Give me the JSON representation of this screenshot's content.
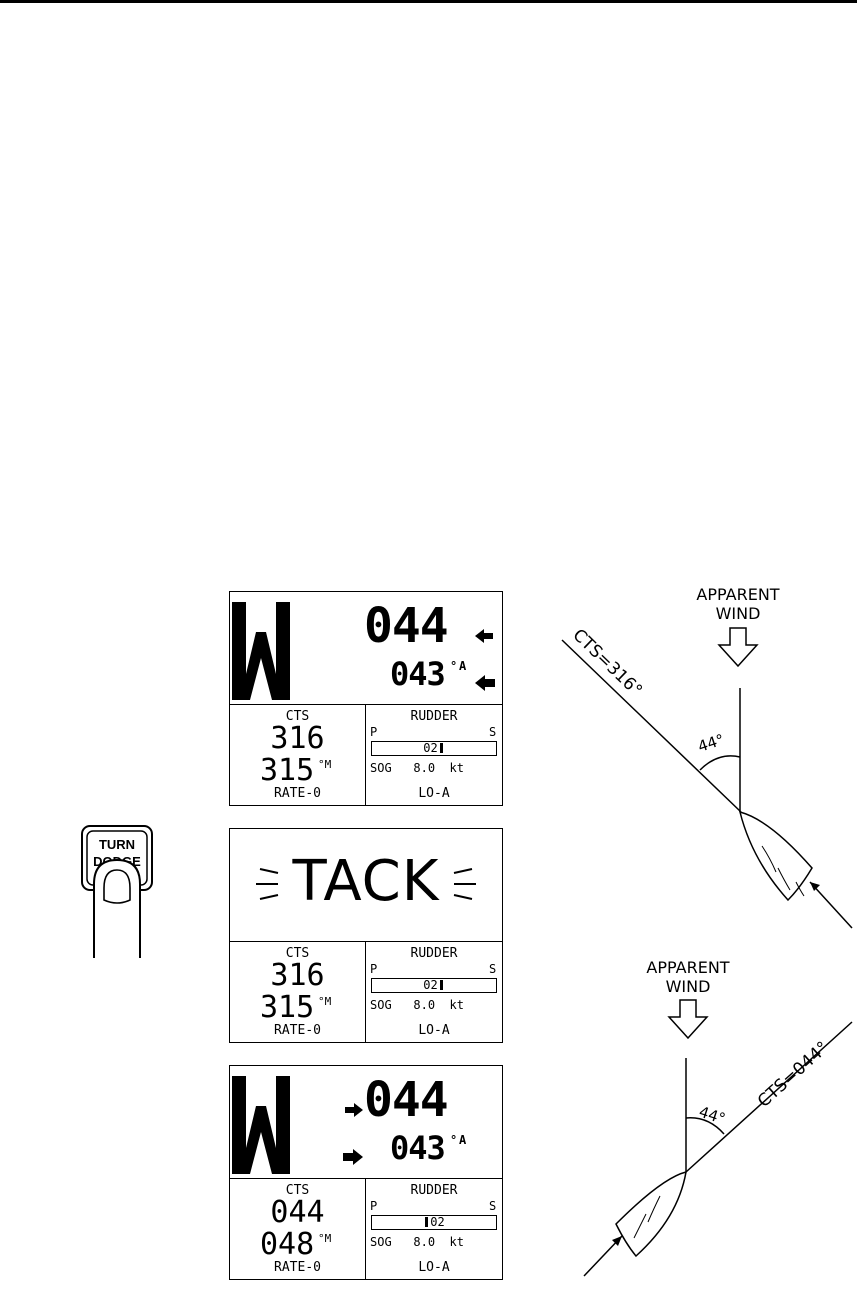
{
  "screens": [
    {
      "id": "before-tack",
      "mode_icon": "wind-w-icon",
      "heading": "044",
      "apparent_heading": "043",
      "apparent_suffix": "A",
      "arrow_side": "right",
      "cts_label": "CTS",
      "cts_value": "316",
      "cts_magnetic": "315",
      "magnetic_suffix": "M",
      "rate": "RATE-0",
      "rudder_label": "RUDDER",
      "port_label": "P",
      "starboard_label": "S",
      "rudder_value": "02",
      "rudder_side": "right",
      "sog_label": "SOG",
      "sog_value": "8.0",
      "sog_unit": "kt",
      "steering_mode": "LO-A"
    },
    {
      "id": "tacking",
      "banner": "TACK",
      "cts_label": "CTS",
      "cts_value": "316",
      "cts_magnetic": "315",
      "magnetic_suffix": "M",
      "rate": "RATE-0",
      "rudder_label": "RUDDER",
      "port_label": "P",
      "starboard_label": "S",
      "rudder_value": "02",
      "rudder_side": "right",
      "sog_label": "SOG",
      "sog_value": "8.0",
      "sog_unit": "kt",
      "steering_mode": "LO-A"
    },
    {
      "id": "after-tack",
      "mode_icon": "wind-w-icon",
      "heading": "044",
      "apparent_heading": "043",
      "apparent_suffix": "A",
      "arrow_side": "left",
      "cts_label": "CTS",
      "cts_value": "044",
      "cts_magnetic": "048",
      "magnetic_suffix": "M",
      "rate": "RATE-0",
      "rudder_label": "RUDDER",
      "port_label": "P",
      "starboard_label": "S",
      "rudder_value": "02",
      "rudder_side": "left",
      "sog_label": "SOG",
      "sog_value": "8.0",
      "sog_unit": "kt",
      "steering_mode": "LO-A"
    }
  ],
  "key": {
    "line1": "TURN",
    "line2": "DODGE",
    "icon": "finger-press-icon"
  },
  "diagram_top": {
    "wind_label_line1": "APPARENT",
    "wind_label_line2": "WIND",
    "course_label": "CTS=316°",
    "angle_label": "44°"
  },
  "diagram_bottom": {
    "wind_label_line1": "APPARENT",
    "wind_label_line2": "WIND",
    "course_label": "CTS=044°",
    "angle_label": "44°"
  }
}
